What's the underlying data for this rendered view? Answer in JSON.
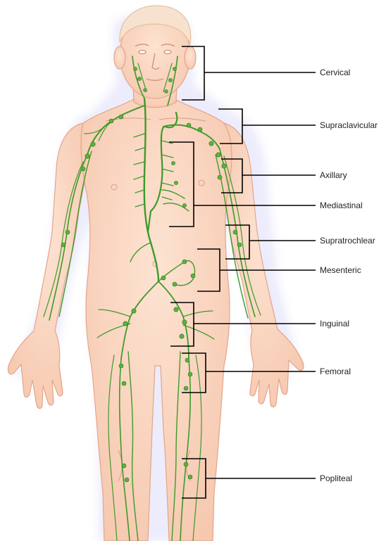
{
  "colors": {
    "skin": "#fbd8c3",
    "skin_shadow": "#f2bca3",
    "outline": "#e3a58a",
    "hair": "#f7e2cf",
    "vessel": "#3f9a2a",
    "node": "#5bb13f",
    "glow": "#ebebff"
  },
  "labels": [
    {
      "id": "cervical",
      "text": "Cervical"
    },
    {
      "id": "supraclavicular",
      "text": "Supraclavicular"
    },
    {
      "id": "axillary",
      "text": "Axillary"
    },
    {
      "id": "mediastinal",
      "text": "Mediastinal"
    },
    {
      "id": "supratrochlear",
      "text": "Supratrochlear"
    },
    {
      "id": "mesenteric",
      "text": "Mesenteric"
    },
    {
      "id": "inguinal",
      "text": "Inguinal"
    },
    {
      "id": "femoral",
      "text": "Femoral"
    },
    {
      "id": "popliteal",
      "text": "Popliteal"
    }
  ]
}
